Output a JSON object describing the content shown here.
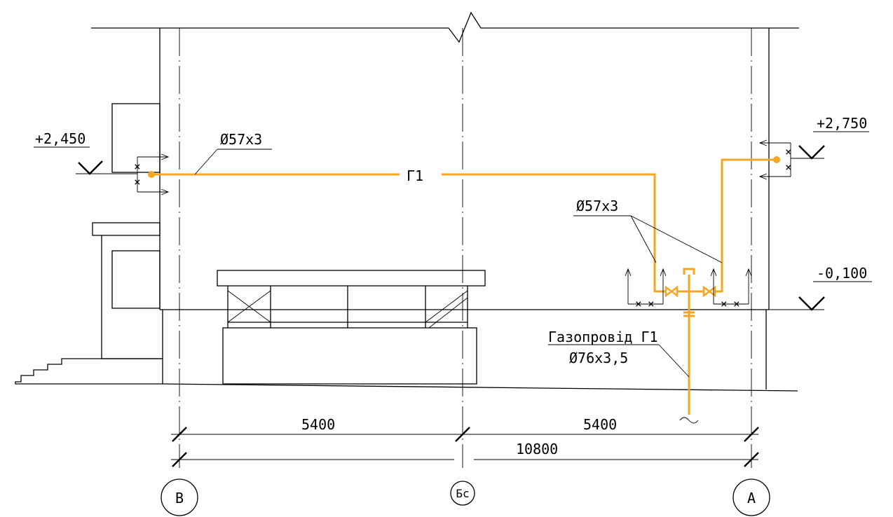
{
  "colors": {
    "pipe": "#f5a623",
    "line": "#000000",
    "background": "#ffffff"
  },
  "elevations": {
    "left": "+2,450",
    "right_top": "+2,750",
    "right_bottom": "-0,100"
  },
  "pipe_labels": {
    "top_left": "Ø57x3",
    "run_mark": "Г1",
    "right": "Ø57x3",
    "riser_name": "Газопровід Г1",
    "riser_size": "Ø76x3,5"
  },
  "dimensions": {
    "span_left": "5400",
    "span_right": "5400",
    "total": "10800"
  },
  "axes": {
    "left": "В",
    "middle": "Бс",
    "right": "А"
  }
}
